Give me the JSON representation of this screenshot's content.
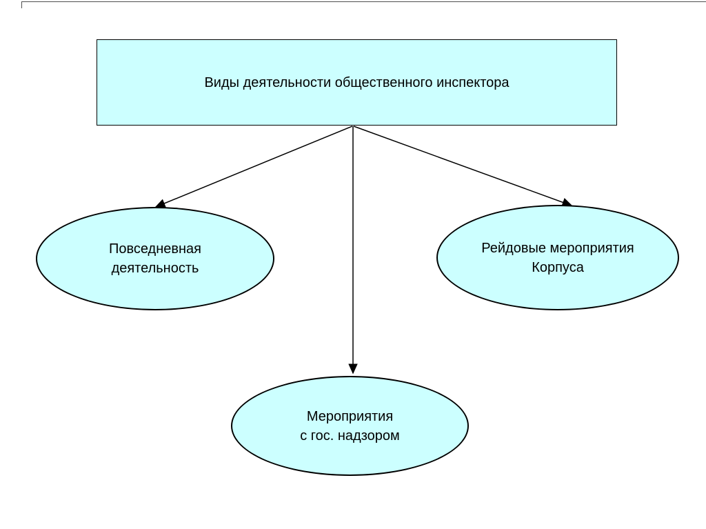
{
  "diagram": {
    "root": {
      "label": "Виды деятельности общественного инспектора"
    },
    "nodes": [
      {
        "id": "daily-activity",
        "label": "Повседневная\nдеятельность"
      },
      {
        "id": "raid-events",
        "label": "Рейдовые мероприятия\nКорпуса"
      },
      {
        "id": "state-supervision-events",
        "label": "Мероприятия\nс гос. надзором"
      }
    ],
    "colors": {
      "node_fill": "#ccffff",
      "node_border": "#000000",
      "arrow": "#000000",
      "background": "#ffffff"
    }
  }
}
